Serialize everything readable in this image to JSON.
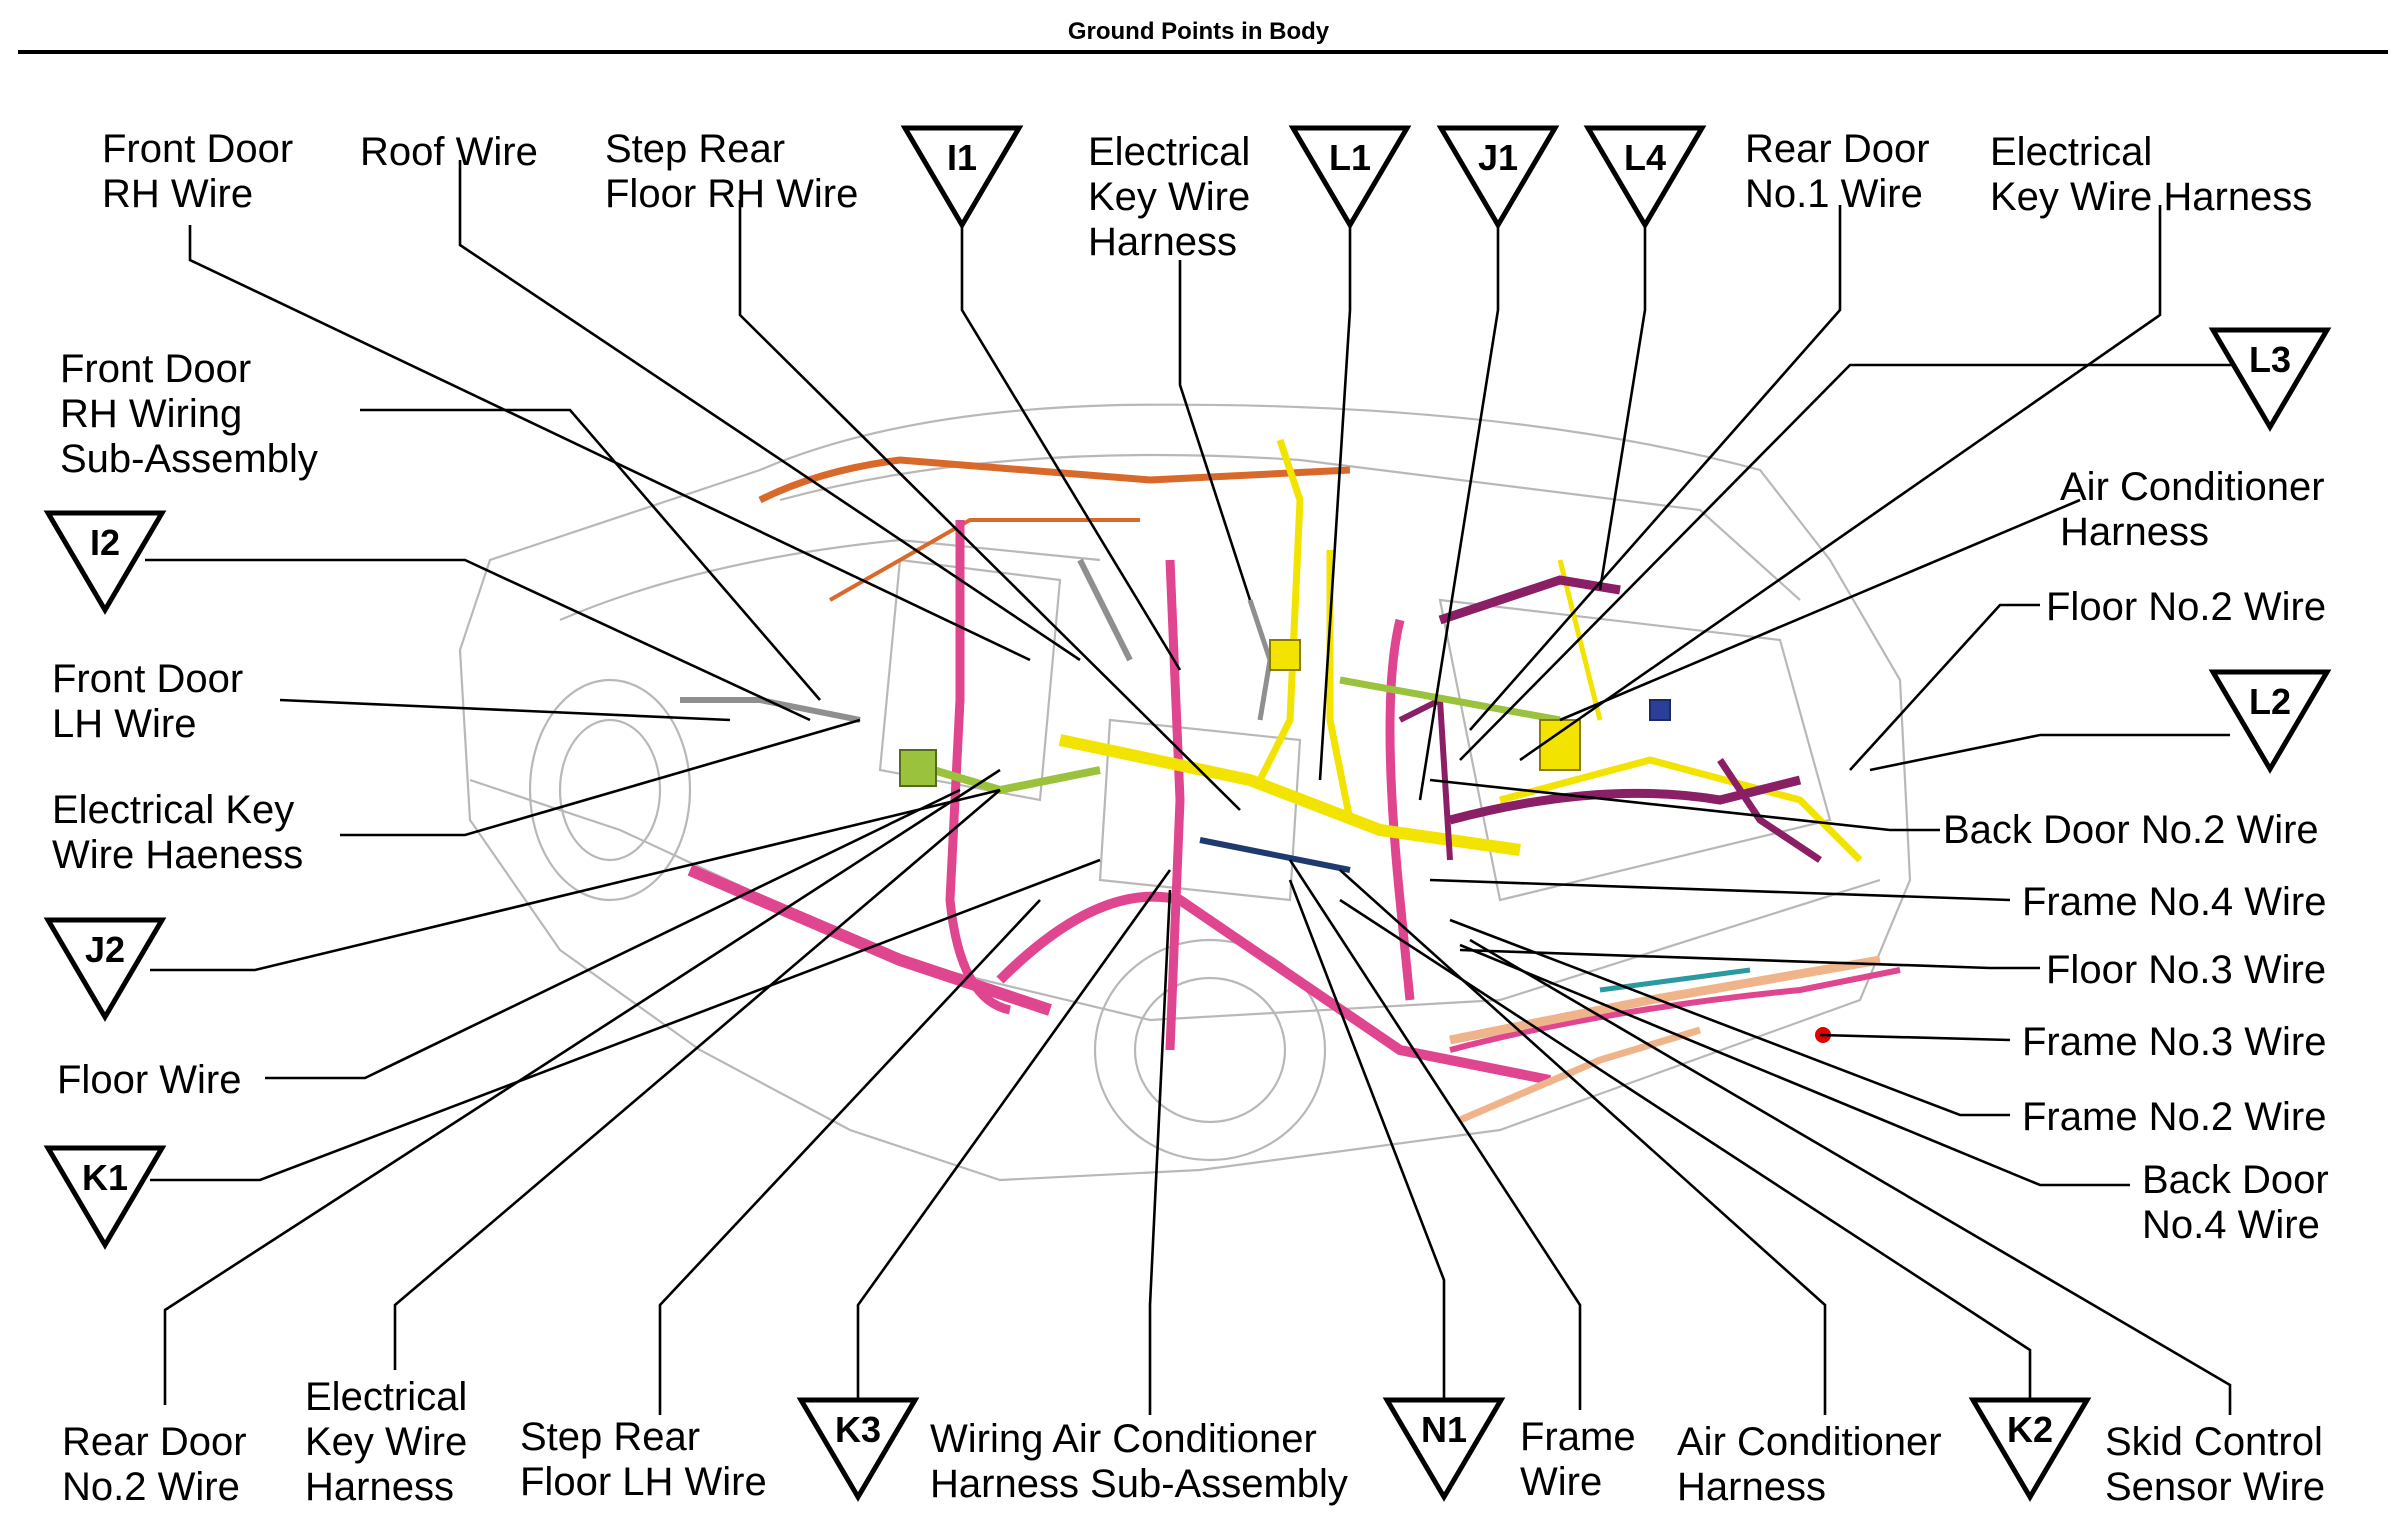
{
  "title": "Ground Points in Body",
  "labels": [
    {
      "id": "front-door-rh-wire",
      "lines": [
        "Front Door",
        "RH Wire"
      ]
    },
    {
      "id": "roof-wire",
      "lines": [
        "Roof Wire"
      ]
    },
    {
      "id": "step-rear-floor-rh-wire",
      "lines": [
        "Step Rear",
        "Floor RH Wire"
      ]
    },
    {
      "id": "electrical-key-wire-harness-top",
      "lines": [
        "Electrical",
        "Key Wire",
        "Harness"
      ]
    },
    {
      "id": "rear-door-no1-wire",
      "lines": [
        "Rear Door",
        "No.1 Wire"
      ]
    },
    {
      "id": "electrical-key-wire-harness-right",
      "lines": [
        "Electrical",
        "Key Wire Harness"
      ]
    },
    {
      "id": "front-door-rh-wiring-sub-assembly",
      "lines": [
        "Front Door",
        "RH Wiring",
        "Sub-Assembly"
      ]
    },
    {
      "id": "air-conditioner-harness-right",
      "lines": [
        "Air Conditioner",
        "Harness"
      ]
    },
    {
      "id": "floor-no2-wire",
      "lines": [
        "Floor No.2 Wire"
      ]
    },
    {
      "id": "front-door-lh-wire",
      "lines": [
        "Front Door",
        "LH Wire"
      ]
    },
    {
      "id": "electrical-key-wire-haeness",
      "lines": [
        "Electrical Key",
        "Wire Haeness"
      ]
    },
    {
      "id": "back-door-no2-wire",
      "lines": [
        "Back Door No.2 Wire"
      ]
    },
    {
      "id": "frame-no4-wire",
      "lines": [
        "Frame No.4 Wire"
      ]
    },
    {
      "id": "floor-no3-wire",
      "lines": [
        "Floor No.3 Wire"
      ]
    },
    {
      "id": "floor-wire",
      "lines": [
        "Floor Wire"
      ]
    },
    {
      "id": "frame-no3-wire",
      "lines": [
        "Frame No.3 Wire"
      ]
    },
    {
      "id": "frame-no2-wire",
      "lines": [
        "Frame No.2 Wire"
      ]
    },
    {
      "id": "back-door-no4-wire",
      "lines": [
        "Back Door",
        "No.4 Wire"
      ]
    },
    {
      "id": "rear-door-no2-wire",
      "lines": [
        "Rear Door",
        "No.2 Wire"
      ]
    },
    {
      "id": "electrical-key-wire-harness-bottom",
      "lines": [
        "Electrical",
        "Key Wire",
        "Harness"
      ]
    },
    {
      "id": "step-rear-floor-lh-wire",
      "lines": [
        "Step Rear",
        "Floor LH Wire"
      ]
    },
    {
      "id": "wiring-air-conditioner-harness-sub-assembly",
      "lines": [
        "Wiring Air Conditioner",
        "Harness Sub-Assembly"
      ]
    },
    {
      "id": "frame-wire",
      "lines": [
        "Frame",
        "Wire"
      ]
    },
    {
      "id": "air-conditioner-harness-bottom",
      "lines": [
        "Air Conditioner",
        "Harness"
      ]
    },
    {
      "id": "skid-control-sensor-wire",
      "lines": [
        "Skid Control",
        "Sensor Wire"
      ]
    }
  ],
  "ground_points": [
    "I1",
    "L1",
    "J1",
    "L4",
    "L3",
    "I2",
    "L2",
    "J2",
    "K1",
    "K3",
    "N1",
    "K2"
  ],
  "colors": {
    "harness_pink": "#e0458f",
    "harness_yellow": "#f2e300",
    "harness_purple": "#8a1f66",
    "harness_green": "#9ac23c",
    "harness_orange": "#d9692a",
    "harness_peach": "#f0b48a",
    "harness_gray": "#8f8f8f",
    "harness_teal": "#2a9aa0",
    "connector_red": "#e00000",
    "body_outline": "#b8b8b8"
  }
}
